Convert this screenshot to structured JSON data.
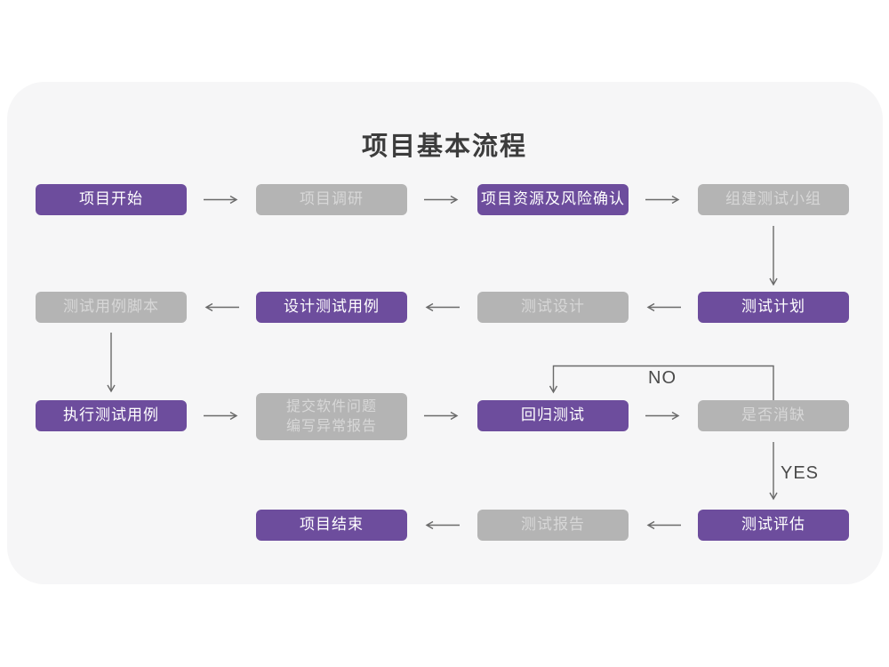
{
  "title": "项目基本流程",
  "colors": {
    "page_bg": "#ffffff",
    "card_bg": "#f6f6f7",
    "purple": "#6d4d9d",
    "gray": "#b4b4b4",
    "purple_text": "#ffffff",
    "gray_text": "#d7d7d7",
    "arrow": "#6a6a6a",
    "branch_label": "#4a4a4a",
    "title_color": "#3c3c3c"
  },
  "nodes": [
    {
      "label": "项目开始",
      "variant": "purple"
    },
    {
      "label": "项目调研",
      "variant": "gray"
    },
    {
      "label": "项目资源及风险确认",
      "variant": "purple"
    },
    {
      "label": "组建测试小组",
      "variant": "gray"
    },
    {
      "label": "测试计划",
      "variant": "purple"
    },
    {
      "label": "测试设计",
      "variant": "gray"
    },
    {
      "label": "设计测试用例",
      "variant": "purple"
    },
    {
      "label": "测试用例脚本",
      "variant": "gray"
    },
    {
      "label": "执行测试用例",
      "variant": "purple"
    },
    {
      "label": "提交软件问题\n编写异常报告",
      "variant": "gray"
    },
    {
      "label": "回归测试",
      "variant": "purple"
    },
    {
      "label": "是否消缺",
      "variant": "gray"
    },
    {
      "label": "测试评估",
      "variant": "purple"
    },
    {
      "label": "测试报告",
      "variant": "gray"
    },
    {
      "label": "项目结束",
      "variant": "purple"
    }
  ],
  "edges": [
    {
      "from": "项目开始",
      "to": "项目调研"
    },
    {
      "from": "项目调研",
      "to": "项目资源及风险确认"
    },
    {
      "from": "项目资源及风险确认",
      "to": "组建测试小组"
    },
    {
      "from": "组建测试小组",
      "to": "测试计划"
    },
    {
      "from": "测试计划",
      "to": "测试设计"
    },
    {
      "from": "测试设计",
      "to": "设计测试用例"
    },
    {
      "from": "设计测试用例",
      "to": "测试用例脚本"
    },
    {
      "from": "测试用例脚本",
      "to": "执行测试用例"
    },
    {
      "from": "执行测试用例",
      "to": "提交软件问题 编写异常报告"
    },
    {
      "from": "提交软件问题 编写异常报告",
      "to": "回归测试"
    },
    {
      "from": "回归测试",
      "to": "是否消缺"
    },
    {
      "from": "是否消缺",
      "to": "回归测试",
      "label": "NO"
    },
    {
      "from": "是否消缺",
      "to": "测试评估",
      "label": "YES"
    },
    {
      "from": "测试评估",
      "to": "测试报告"
    },
    {
      "from": "测试报告",
      "to": "项目结束"
    }
  ]
}
